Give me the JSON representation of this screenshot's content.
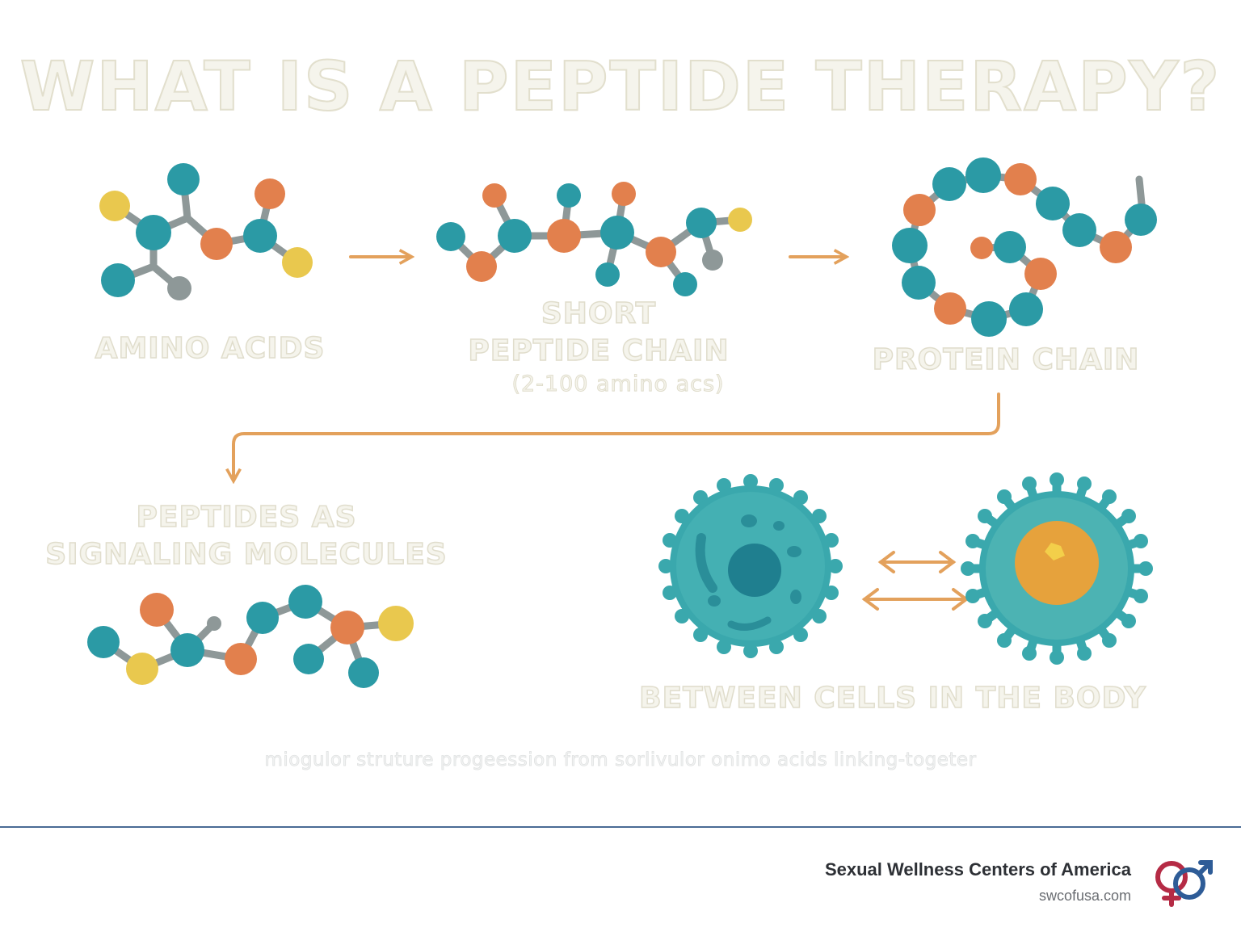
{
  "title": "WHAT IS A PEPTIDE THERAPY?",
  "stages": {
    "amino_acids": "AMINO ACIDS",
    "short_chain_line1": "SHORT",
    "short_chain_line2": "PEPTIDE CHAIN",
    "short_chain_note": "(2-100 amino acs)",
    "protein_chain": "PROTEIN CHAIN",
    "signaling_line1": "PEPTIDES AS",
    "signaling_line2": "SIGNALING MOLECULES",
    "between_cells": "BETWEEN CELLS IN THE BODY"
  },
  "caption": "miogulor struture progeession from sorlivulor onimo acids linking-togeter",
  "footer": {
    "brand_name": "Sexual Wellness Centers of America",
    "brand_url": "swcofusa.com"
  },
  "colors": {
    "teal": "#2b9aa5",
    "orange": "#e2804d",
    "yellow": "#e9c84e",
    "gray": "#8e9898",
    "arrow": "#e3a15c",
    "cell": "#3aa8ad",
    "cell_dark": "#1f7f8f",
    "nucleus": "#e6a23c",
    "rule": "#4a6b95",
    "logo_red": "#b52b45",
    "logo_blue": "#2e5c97"
  }
}
